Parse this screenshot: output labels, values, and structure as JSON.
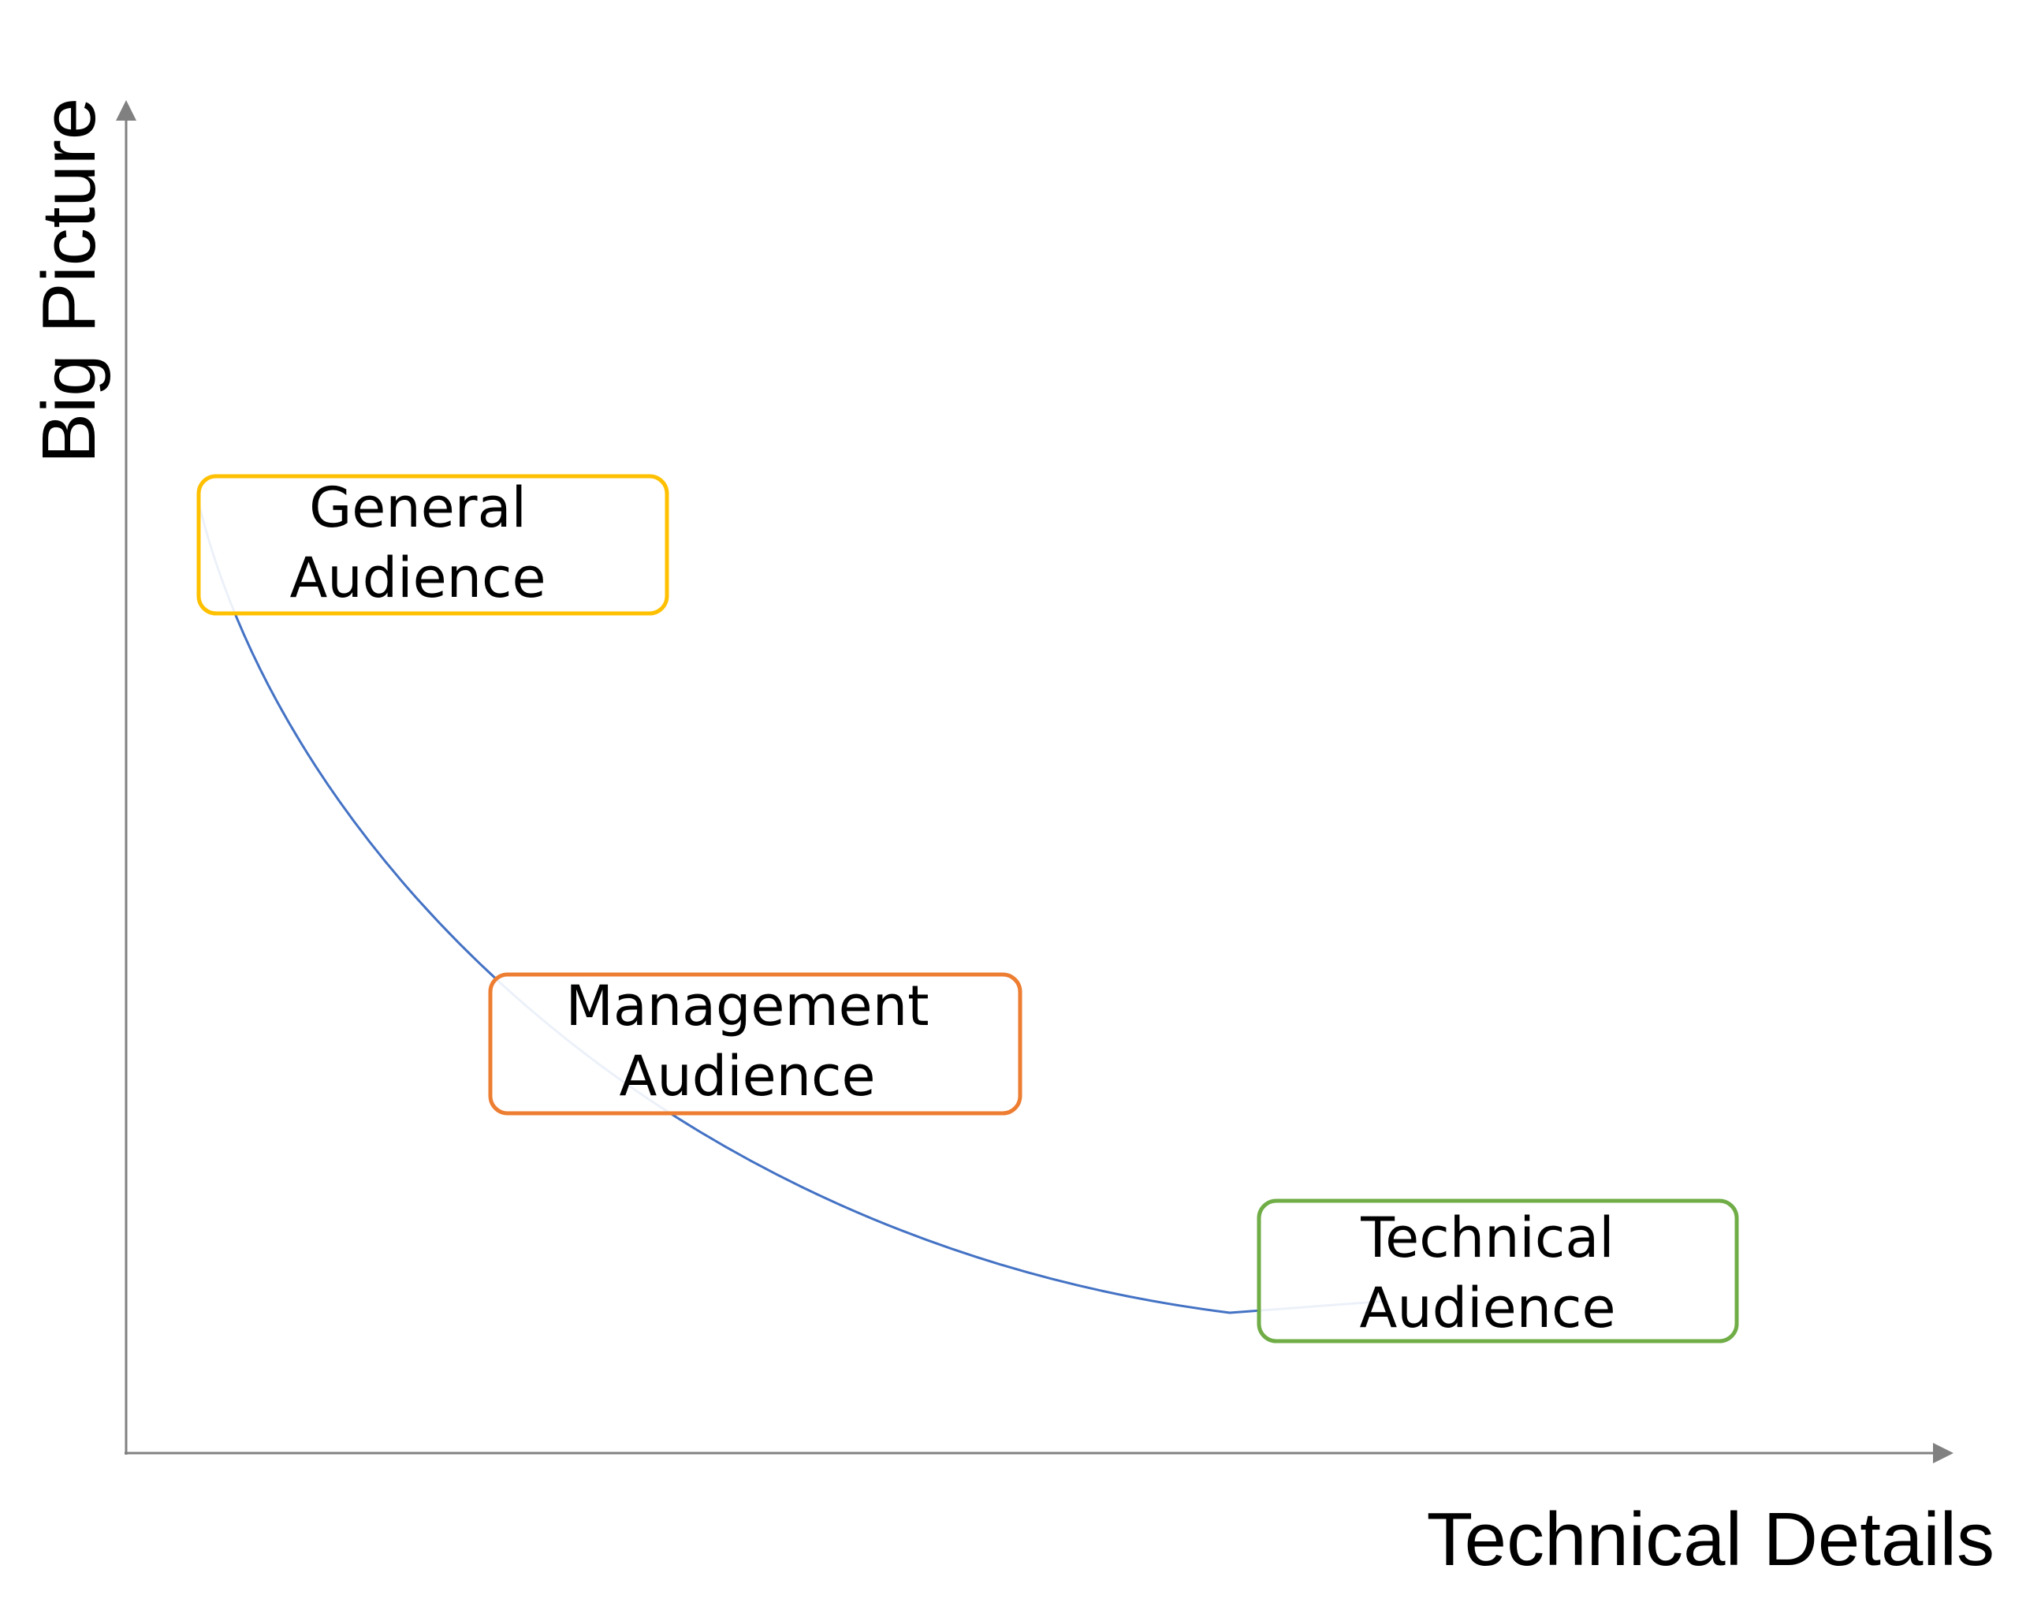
{
  "axes": {
    "y_label": "Big Picture",
    "x_label": "Technical Details",
    "axis_color": "#808080"
  },
  "curve": {
    "color": "#4472C4"
  },
  "audiences": [
    {
      "line1": "General",
      "line2": "Audience",
      "border_color": "#FFC000"
    },
    {
      "line1": "Management",
      "line2": "Audience",
      "border_color": "#ED7D31"
    },
    {
      "line1": "Technical",
      "line2": "Audience",
      "border_color": "#70AD47"
    }
  ]
}
